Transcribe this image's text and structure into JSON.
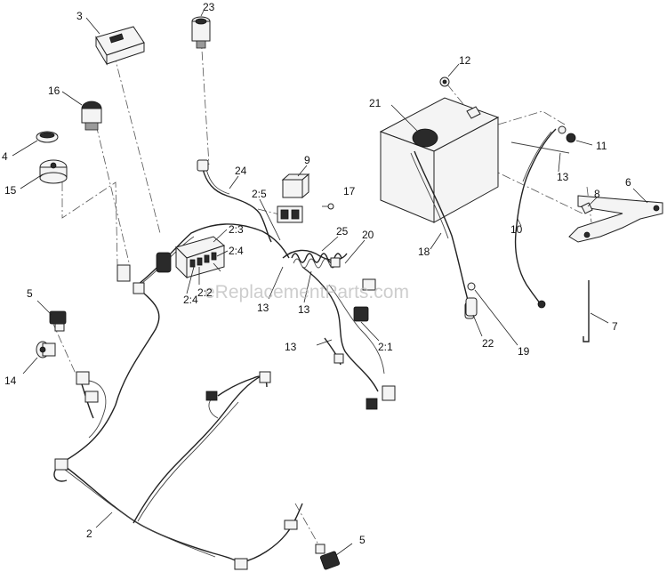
{
  "watermark": "eReplacementParts.com",
  "callouts": [
    {
      "id": "c-3",
      "label": "3"
    },
    {
      "id": "c-23",
      "label": "23"
    },
    {
      "id": "c-16",
      "label": "16"
    },
    {
      "id": "c-4",
      "label": "4"
    },
    {
      "id": "c-15",
      "label": "15"
    },
    {
      "id": "c-24",
      "label": "24"
    },
    {
      "id": "c-9",
      "label": "9"
    },
    {
      "id": "c-17",
      "label": "17"
    },
    {
      "id": "c-2-5",
      "label": "2:5"
    },
    {
      "id": "c-25",
      "label": "25"
    },
    {
      "id": "c-20",
      "label": "20"
    },
    {
      "id": "c-2-3",
      "label": "2:3"
    },
    {
      "id": "c-2-4a",
      "label": "2:4"
    },
    {
      "id": "c-2-2",
      "label": "2:2"
    },
    {
      "id": "c-2-4b",
      "label": "2:4"
    },
    {
      "id": "c-13a",
      "label": "13"
    },
    {
      "id": "c-13b",
      "label": "13"
    },
    {
      "id": "c-13c",
      "label": "13"
    },
    {
      "id": "c-2-1",
      "label": "2:1"
    },
    {
      "id": "c-5a",
      "label": "5"
    },
    {
      "id": "c-14",
      "label": "14"
    },
    {
      "id": "c-2",
      "label": "2"
    },
    {
      "id": "c-5b",
      "label": "5"
    },
    {
      "id": "c-12",
      "label": "12"
    },
    {
      "id": "c-21",
      "label": "21"
    },
    {
      "id": "c-11",
      "label": "11"
    },
    {
      "id": "c-13d",
      "label": "13"
    },
    {
      "id": "c-6",
      "label": "6"
    },
    {
      "id": "c-8",
      "label": "8"
    },
    {
      "id": "c-10",
      "label": "10"
    },
    {
      "id": "c-18",
      "label": "18"
    },
    {
      "id": "c-7",
      "label": "7"
    },
    {
      "id": "c-22",
      "label": "22"
    },
    {
      "id": "c-19",
      "label": "19"
    }
  ]
}
